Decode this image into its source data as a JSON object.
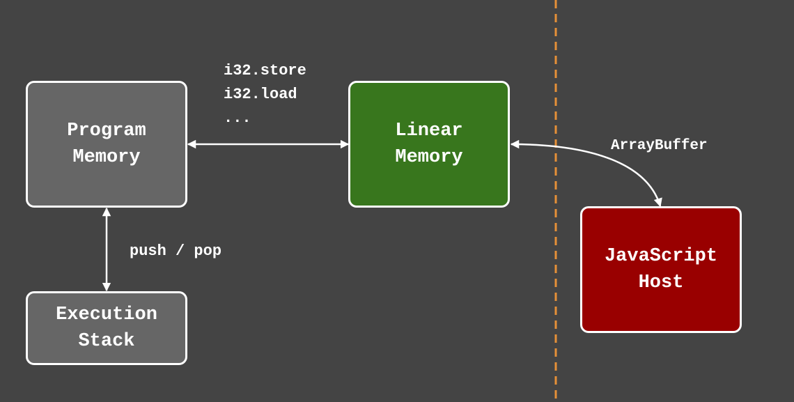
{
  "nodes": {
    "program_memory": {
      "label": "Program\nMemory",
      "color": "#666666"
    },
    "execution_stack": {
      "label": "Execution\nStack",
      "color": "#666666"
    },
    "linear_memory": {
      "label": "Linear\nMemory",
      "color": "#38761d"
    },
    "javascript_host": {
      "label": "JavaScript\nHost",
      "color": "#990000"
    }
  },
  "edge_labels": {
    "memory_ops": [
      "i32.store",
      "i32.load",
      "..."
    ],
    "stack_ops": "push / pop",
    "host_link": "ArrayBuffer"
  },
  "colors": {
    "background": "#444444",
    "border": "#ffffff",
    "divider": "#e69138"
  }
}
